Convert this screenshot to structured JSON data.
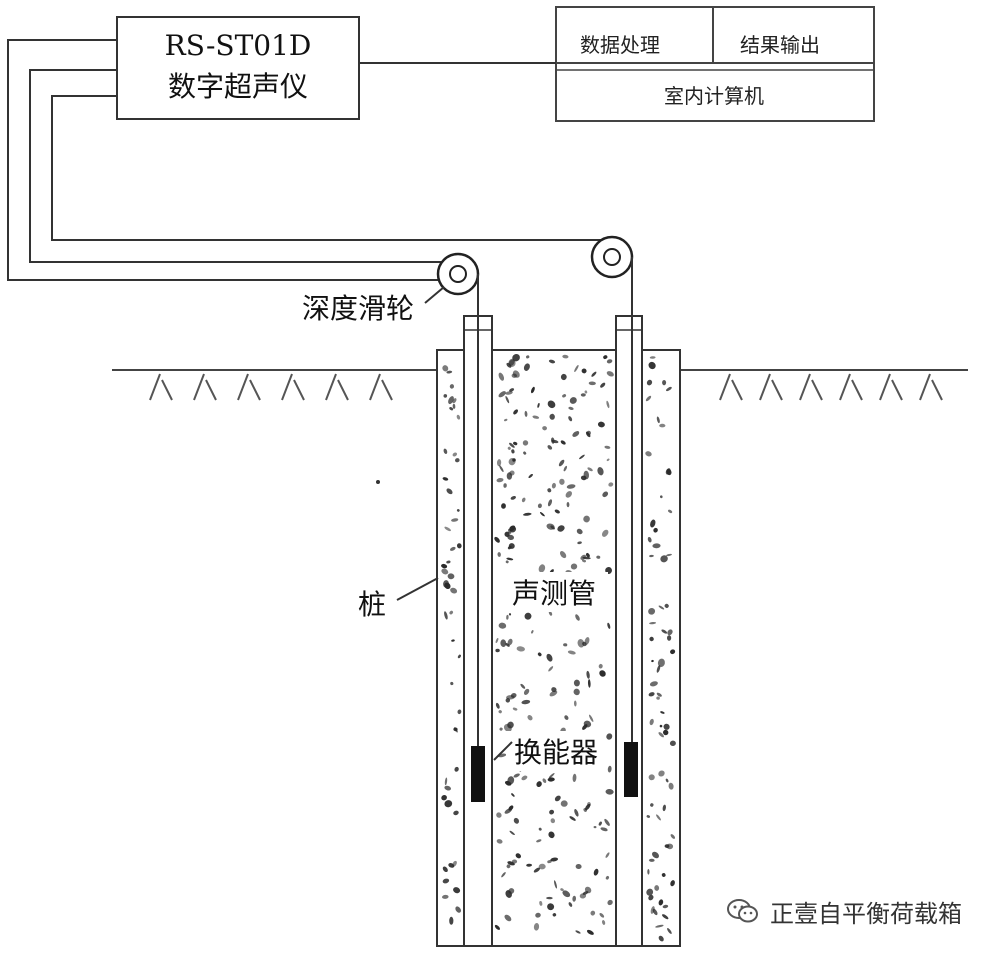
{
  "instrument": {
    "model": "RS-ST01D",
    "name": "数字超声仪"
  },
  "computer": {
    "cell_left": "数据处理",
    "cell_right": "结果输出",
    "bottom": "室内计算机"
  },
  "labels": {
    "pulley": "深度滑轮",
    "pile": "桩",
    "tube": "声测管",
    "transducer": "换能器"
  },
  "watermark": {
    "text": "正壹自平衡荷载箱",
    "icon": "wechat-icon"
  }
}
